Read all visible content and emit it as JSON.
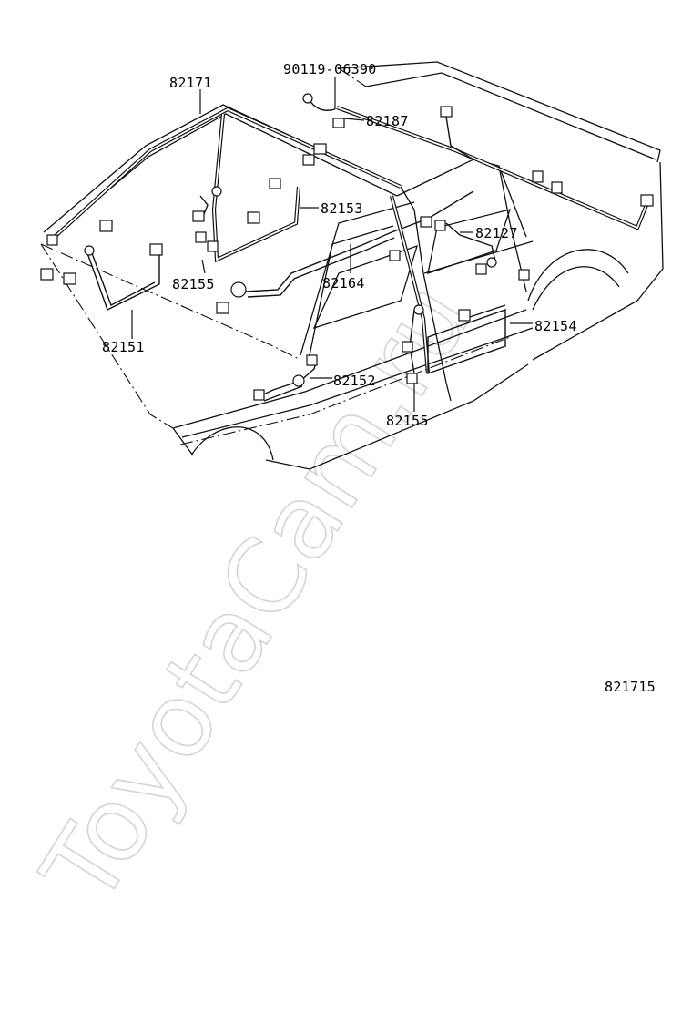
{
  "watermark": "ToyotaCam.ru",
  "illustration_code": "821715",
  "parts": {
    "p82171": "82171",
    "p90119": "90119-06390",
    "p82187": "82187",
    "p82153": "82153",
    "p82127": "82127",
    "p82155_left": "82155",
    "p82164": "82164",
    "p82154": "82154",
    "p82151": "82151",
    "p82152": "82152",
    "p82155_lower": "82155"
  },
  "colors": {
    "line": "#111111",
    "background": "#ffffff",
    "watermark": "#d4d4d4"
  }
}
